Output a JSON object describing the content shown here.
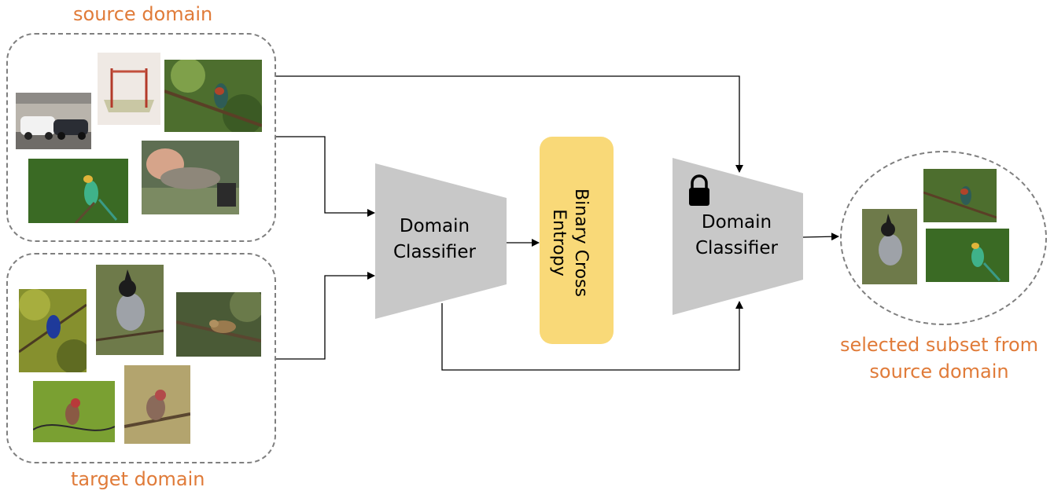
{
  "labels": {
    "source_domain": "source domain",
    "target_domain": "target domain",
    "selected_subset": "selected subset from source domain"
  },
  "classifier_left": {
    "line1": "Domain",
    "line2": "Classifier"
  },
  "classifier_right": {
    "line1": "Domain",
    "line2": "Classifier",
    "icon": "lock-icon"
  },
  "loss": {
    "text": "Binary Cross Entropy"
  },
  "colors": {
    "caption": "#E07B39",
    "classifier": "#C8C8C8",
    "loss_box": "#F9D978",
    "dashed_border": "#7f7f7f"
  }
}
